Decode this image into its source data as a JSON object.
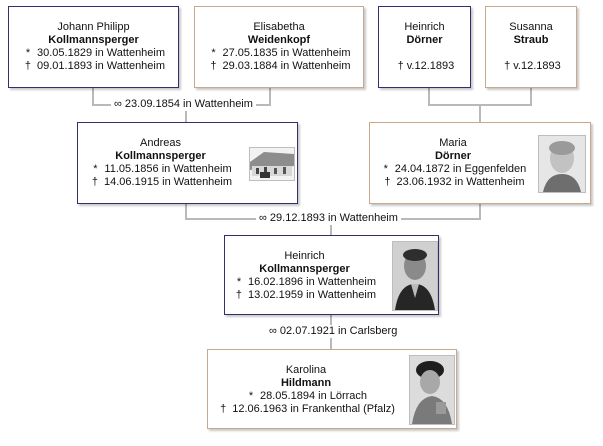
{
  "persons": {
    "johann": {
      "given": "Johann Philipp",
      "surname": "Kollmannsperger",
      "birth": "30.05.1829 in Wattenheim",
      "death": "09.01.1893 in Wattenheim"
    },
    "elisabetha": {
      "given": "Elisabetha",
      "surname": "Weidenkopf",
      "birth": "27.05.1835 in Wattenheim",
      "death": "29.03.1884 in Wattenheim"
    },
    "heinrich_d": {
      "given": "Heinrich",
      "surname": "Dörner",
      "death": "v.12.1893"
    },
    "susanna": {
      "given": "Susanna",
      "surname": "Straub",
      "death": "v.12.1893"
    },
    "andreas": {
      "given": "Andreas",
      "surname": "Kollmannsperger",
      "birth": "11.05.1856 in Wattenheim",
      "death": "14.06.1915 in Wattenheim"
    },
    "maria": {
      "given": "Maria",
      "surname": "Dörner",
      "birth": "24.04.1872 in Eggenfelden",
      "death": "23.06.1932 in Wattenheim"
    },
    "heinrich_k": {
      "given": "Heinrich",
      "surname": "Kollmannsperger",
      "birth": "16.02.1896 in Wattenheim",
      "death": "13.02.1959 in Wattenheim"
    },
    "karolina": {
      "given": "Karolina",
      "surname": "Hildmann",
      "birth": "28.05.1894 in Lörrach",
      "death": "12.06.1963 in Frankenthal (Pfalz)"
    }
  },
  "marriages": {
    "m1": "23.09.1854 in Wattenheim",
    "m2": "29.12.1893 in Wattenheim",
    "m3": "02.07.1921 in Carlsberg"
  },
  "symbols": {
    "birth": "*",
    "death": "†",
    "marriage": "∞"
  },
  "colors": {
    "male_border": "#30306a",
    "female_border": "#c8a98e",
    "connector": "#b9b9b9"
  }
}
